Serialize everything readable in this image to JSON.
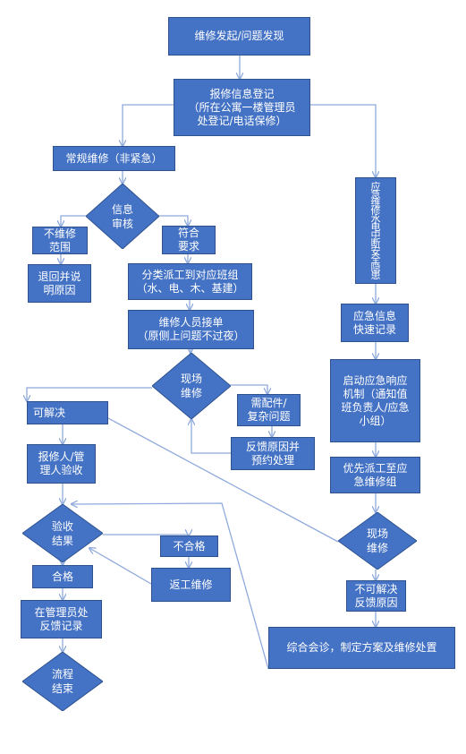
{
  "nodes": {
    "start": "维修发起/问题发现",
    "register": "报修信息登记\n（所在公寓一楼管理员\n处登记/电话保修）",
    "regular": "常规维修（非紧急）",
    "info_review": "信息\n审核",
    "not_in_scope": "不维修\n范围",
    "return_explain": "退回并说\n明原因",
    "qualified": "符合\n要求",
    "dispatch": "分类派工到对应班组\n（水、电、木、基建）",
    "accept_order": "维修人员接单\n（原侧上问题不过夜）",
    "onsite_repair": "现场\n维修",
    "need_parts": "需配件/\n复杂问题",
    "feedback_appointment": "反馈原因并\n预约处理",
    "solvable": "可解决",
    "acceptance_by": "报修人/管\n理人验收",
    "acceptance_result": "验收\n结果",
    "unqualified": "不合格",
    "rework": "返工维修",
    "qualified_result": "合格",
    "admin_feedback": "在管理员处\n反馈记录",
    "end": "流程\n结束",
    "emergency": "应\n急\n维\n修\n水\n电\n中\n断\n安\n全\n隐\n患",
    "emergency_record": "应急信息\n快速记录",
    "emergency_response": "启动应急响应\n机制（通知值\n班负责人/应急\n小组）",
    "priority_dispatch": "优先派工至应\n急维修组",
    "onsite_repair_2": "现场\n维修",
    "unsolvable": "不可解决\n反馈原因",
    "consultation": "综合会诊，制定方案及维修处置"
  },
  "colors": {
    "fill": "#4472c4",
    "border": "#2f528f",
    "connector": "#8faadc"
  }
}
